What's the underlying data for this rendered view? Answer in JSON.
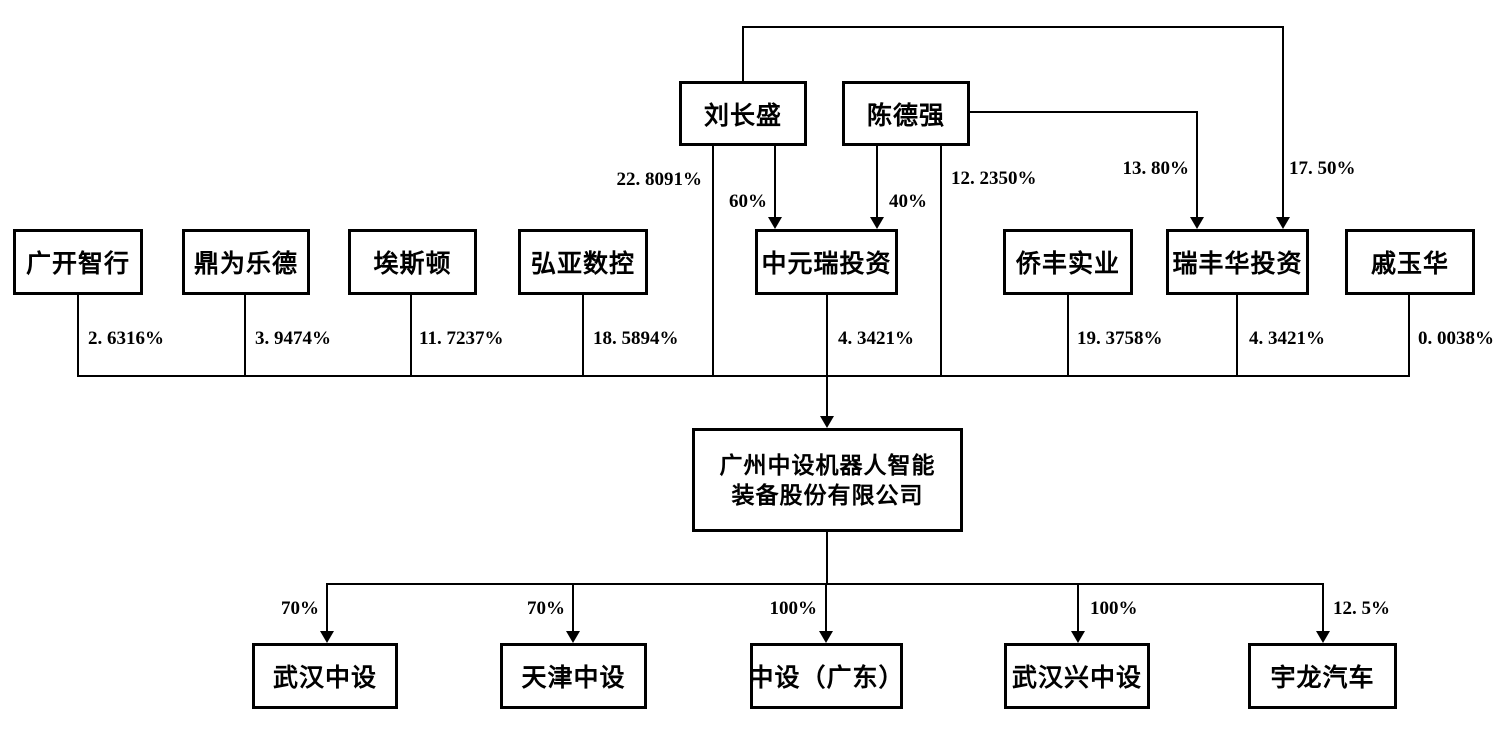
{
  "diagram": {
    "type": "equity-structure-chart",
    "colors": {
      "line": "#000000",
      "background": "#ffffff",
      "text": "#000000"
    },
    "persons": [
      {
        "name": "刘长盛"
      },
      {
        "name": "陈德强"
      }
    ],
    "person_edges": [
      {
        "from": "刘长盛",
        "to": "广州中设机器人智能装备股份有限公司",
        "label": "22. 8091%"
      },
      {
        "from": "刘长盛",
        "to": "中元瑞投资",
        "label": "60%"
      },
      {
        "from": "陈德强",
        "to": "中元瑞投资",
        "label": "40%"
      },
      {
        "from": "陈德强",
        "to": "广州中设机器人智能装备股份有限公司",
        "label": "12. 2350%"
      },
      {
        "from": "陈德强",
        "to": "瑞丰华投资",
        "label": "13. 80%"
      },
      {
        "from": "刘长盛",
        "to": "瑞丰华投资",
        "label": "17. 50%"
      }
    ],
    "shareholders": [
      {
        "name": "广开智行",
        "percent": "2. 6316%"
      },
      {
        "name": "鼎为乐德",
        "percent": "3. 9474%"
      },
      {
        "name": "埃斯顿",
        "percent": "11. 7237%"
      },
      {
        "name": "弘亚数控",
        "percent": "18. 5894%"
      },
      {
        "name": "中元瑞投资",
        "percent": "4. 3421%"
      },
      {
        "name": "侨丰实业",
        "percent": "19. 3758%"
      },
      {
        "name": "瑞丰华投资",
        "percent": "4. 3421%"
      },
      {
        "name": "戚玉华",
        "percent": "0. 0038%"
      }
    ],
    "company": {
      "line1": "广州中设机器人智能",
      "line2": "装备股份有限公司"
    },
    "subsidiaries": [
      {
        "name": "武汉中设",
        "percent": "70%"
      },
      {
        "name": "天津中设",
        "percent": "70%"
      },
      {
        "name": "中设（广东）",
        "percent": "100%"
      },
      {
        "name": "武汉兴中设",
        "percent": "100%"
      },
      {
        "name": "宇龙汽车",
        "percent": "12. 5%"
      }
    ]
  }
}
